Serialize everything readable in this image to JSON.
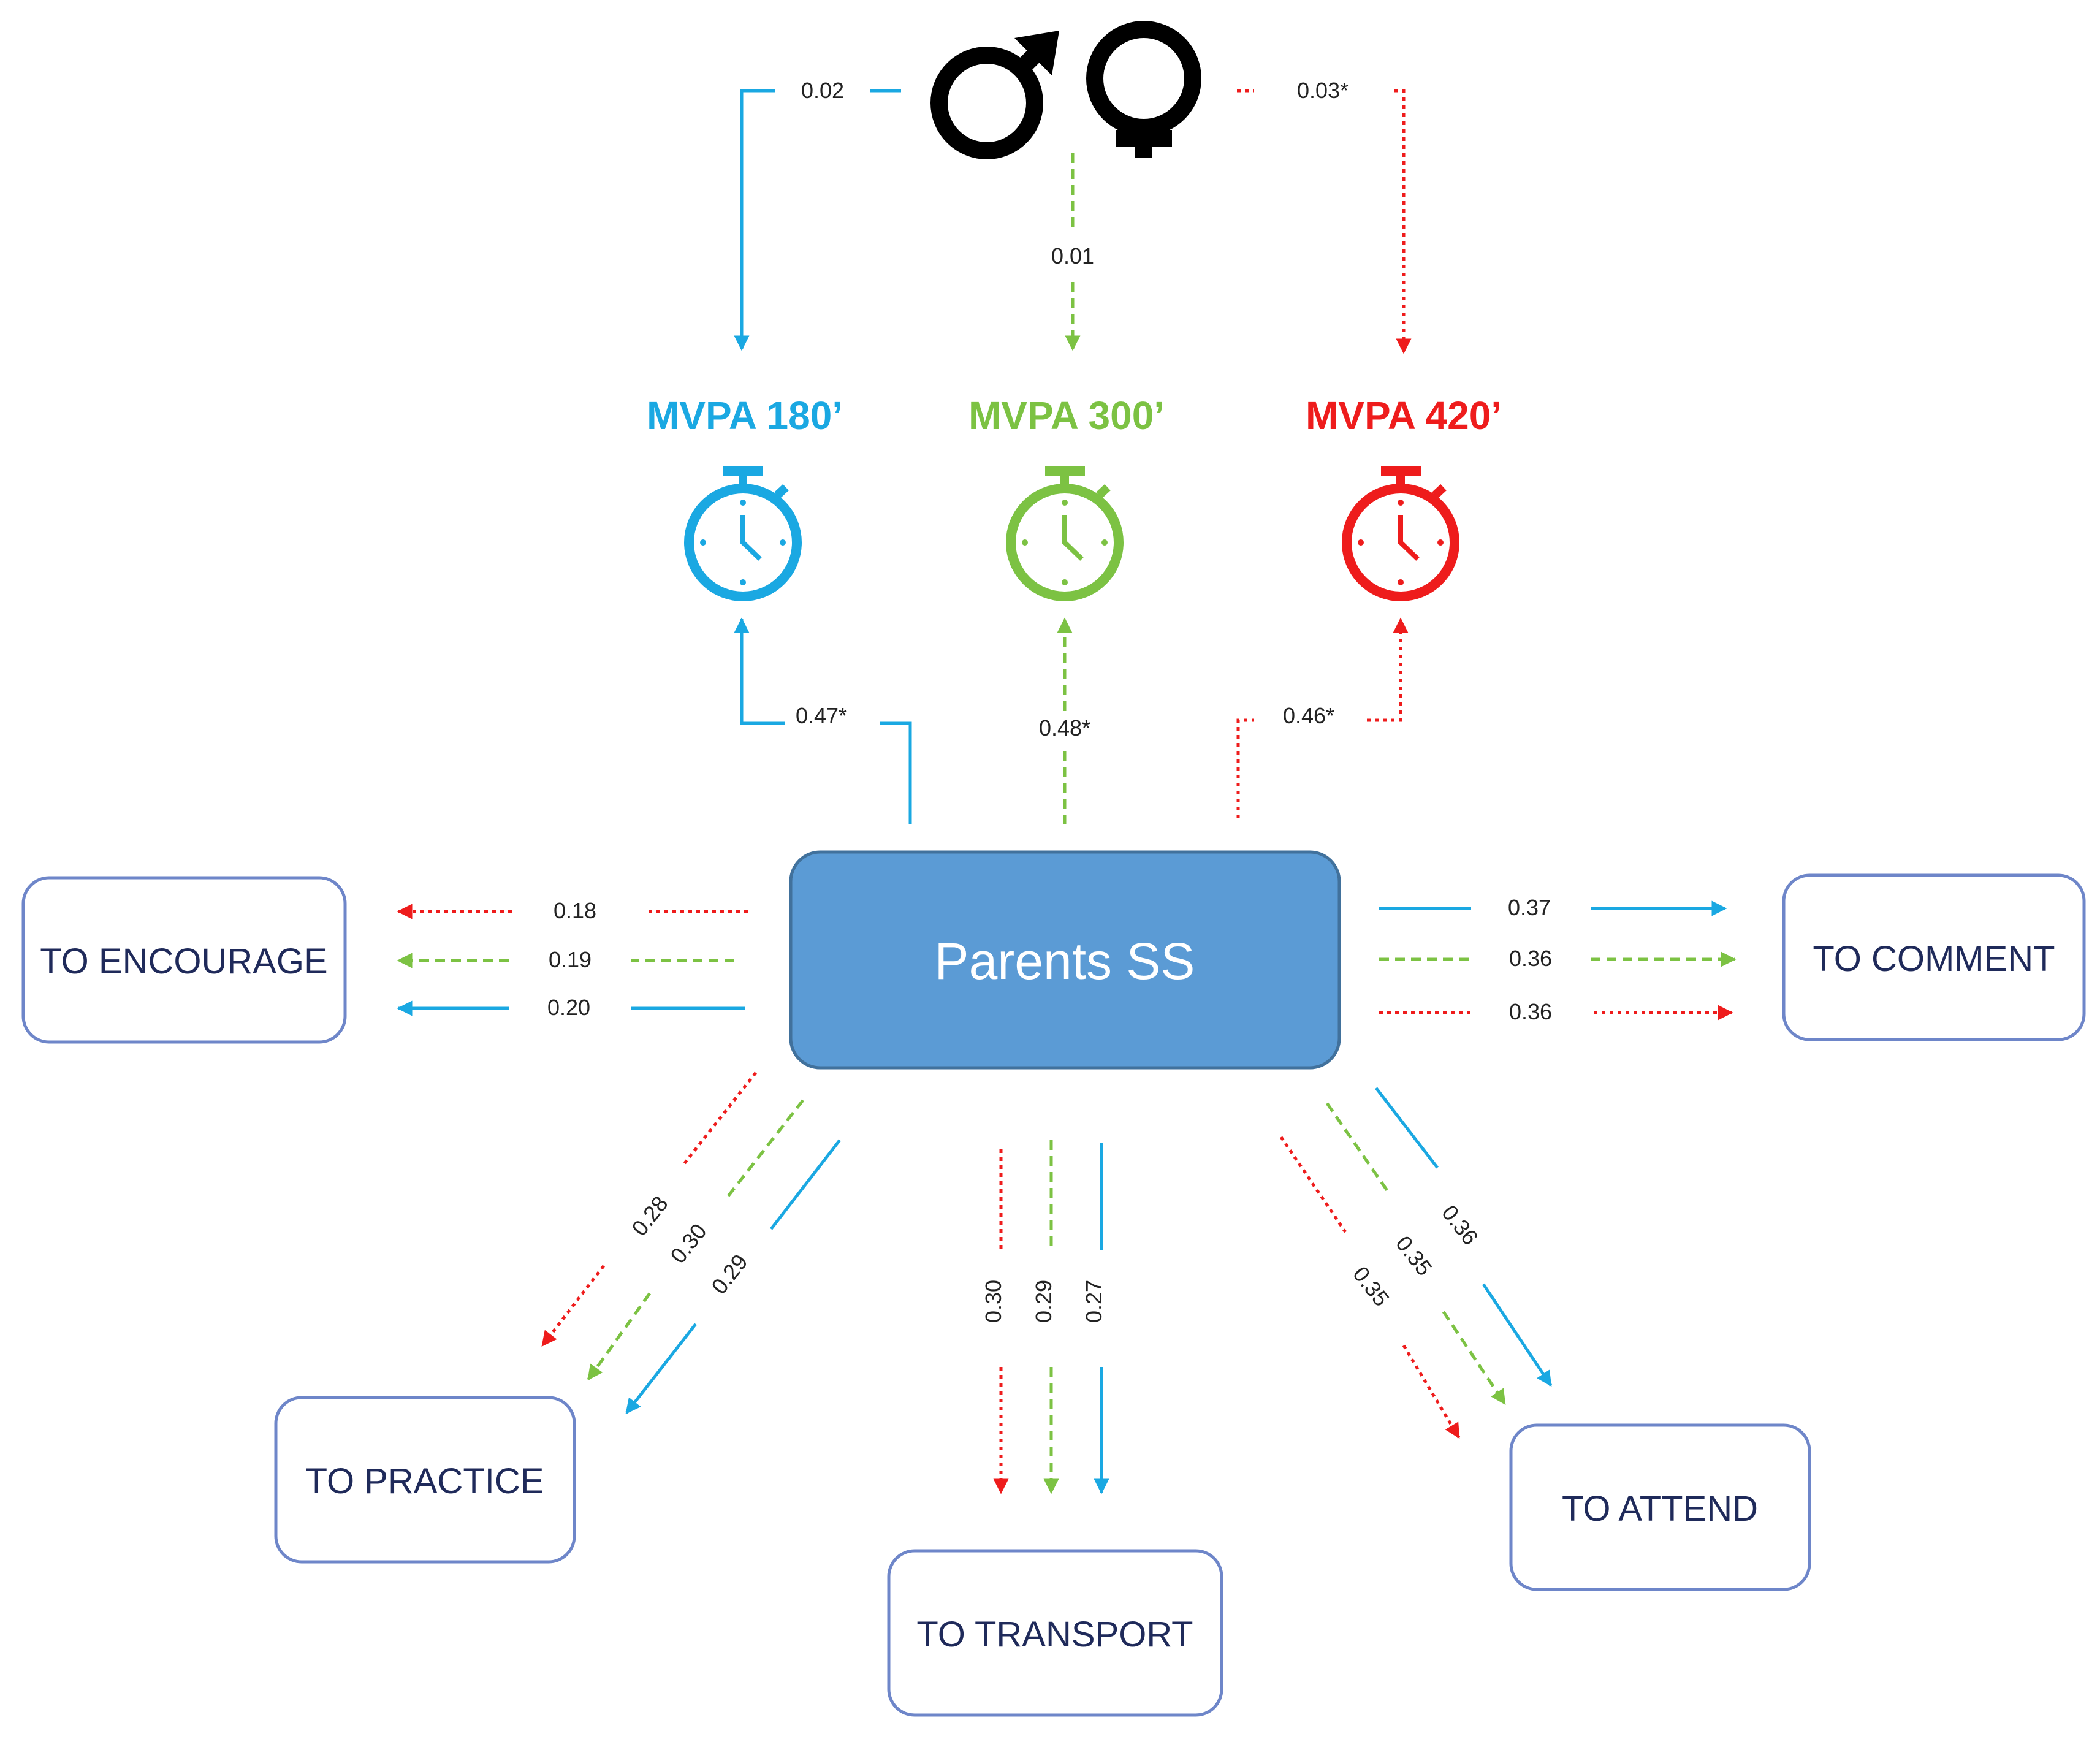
{
  "colors": {
    "mvpa180": "#1aa8e2",
    "mvpa300": "#7cc243",
    "mvpa420": "#ee1c1c",
    "central_fill": "#5b9bd5",
    "central_stroke": "#41719c",
    "box_stroke": "#6e86c9",
    "box_text": "#1f2a5a"
  },
  "icons": {
    "gender": "male-female-symbols-icon",
    "stopwatch": "stopwatch-icon"
  },
  "central": {
    "label": "Parents SS"
  },
  "mvpa": [
    {
      "label": "MVPA 180’",
      "color": "#1aa8e2"
    },
    {
      "label": "MVPA 300’",
      "color": "#7cc243"
    },
    {
      "label": "MVPA 420’",
      "color": "#ee1c1c"
    }
  ],
  "gender_paths": {
    "mvpa180": "0.02",
    "mvpa300": "0.01",
    "mvpa420": "0.03*"
  },
  "parents_to_mvpa": {
    "mvpa180": "0.47*",
    "mvpa300": "0.48*",
    "mvpa420": "0.46*"
  },
  "outcomes": {
    "encourage": {
      "label": "TO ENCOURAGE",
      "c420": "0.18",
      "c300": "0.19",
      "c180": "0.20"
    },
    "comment": {
      "label": "TO COMMENT",
      "c180": "0.37",
      "c300": "0.36",
      "c420": "0.36"
    },
    "practice": {
      "label": "TO PRACTICE",
      "c420": "0.28",
      "c300": "0.30",
      "c180": "0.29"
    },
    "transport": {
      "label": "TO TRANSPORT",
      "c420": "0.30",
      "c300": "0.29",
      "c180": "0.27"
    },
    "attend": {
      "label": "TO ATTEND",
      "c180": "0.36",
      "c300": "0.35",
      "c420": "0.35"
    }
  }
}
